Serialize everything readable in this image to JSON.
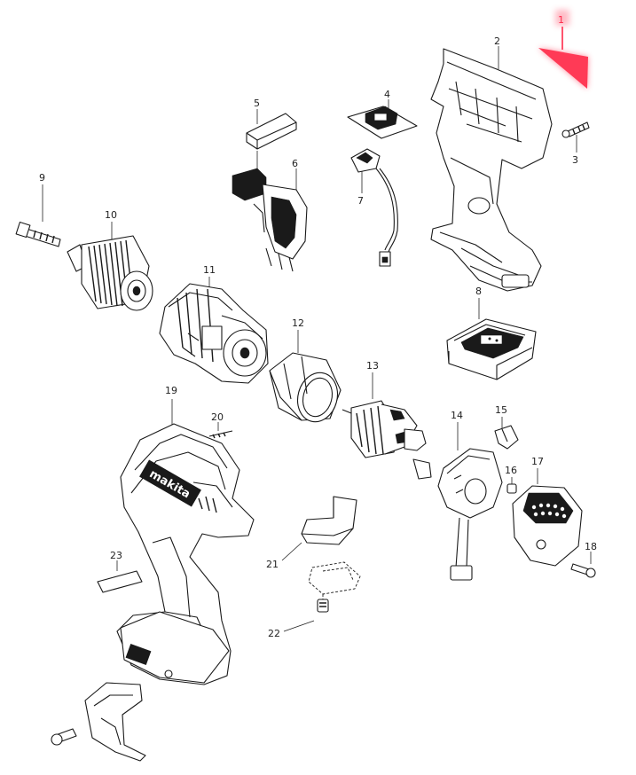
{
  "parts": [
    {
      "id": "part-1",
      "label": "1",
      "highlighted": true
    },
    {
      "id": "part-2",
      "label": "2"
    },
    {
      "id": "part-3",
      "label": "3"
    },
    {
      "id": "part-4",
      "label": "4"
    },
    {
      "id": "part-5",
      "label": "5"
    },
    {
      "id": "part-6",
      "label": "6"
    },
    {
      "id": "part-7",
      "label": "7"
    },
    {
      "id": "part-8",
      "label": "8"
    },
    {
      "id": "part-9",
      "label": "9"
    },
    {
      "id": "part-10",
      "label": "10"
    },
    {
      "id": "part-11",
      "label": "11"
    },
    {
      "id": "part-12",
      "label": "12"
    },
    {
      "id": "part-13",
      "label": "13"
    },
    {
      "id": "part-14",
      "label": "14"
    },
    {
      "id": "part-15",
      "label": "15"
    },
    {
      "id": "part-16",
      "label": "16"
    },
    {
      "id": "part-17",
      "label": "17"
    },
    {
      "id": "part-18",
      "label": "18"
    },
    {
      "id": "part-19",
      "label": "19"
    },
    {
      "id": "part-20",
      "label": "20"
    },
    {
      "id": "part-21",
      "label": "21"
    },
    {
      "id": "part-22",
      "label": "22"
    },
    {
      "id": "part-23",
      "label": "23"
    }
  ],
  "brand_logo": "makita",
  "colors": {
    "highlight": "#ff2a4a",
    "line": "#1a1a1a",
    "background": "#ffffff"
  }
}
